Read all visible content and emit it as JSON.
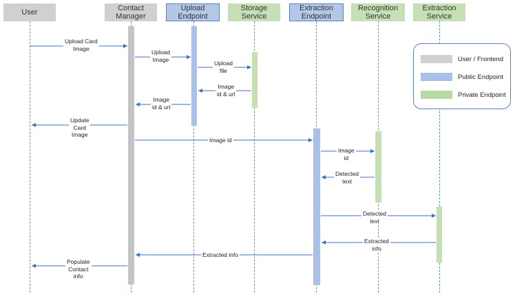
{
  "participants": [
    {
      "name": "User"
    },
    {
      "name": "Contact\nManager"
    },
    {
      "name": "Upload\nEndpoint"
    },
    {
      "name": "Storage\nService"
    },
    {
      "name": "Extraction\nEndpoint"
    },
    {
      "name": "Recognition\nService"
    },
    {
      "name": "Extraction\nService"
    }
  ],
  "messages": [
    {
      "label": "Upload Card\nImage"
    },
    {
      "label": "Upload\nImage"
    },
    {
      "label": "Upload\nfile"
    },
    {
      "label": "Image\nid & url"
    },
    {
      "label": "Image\nid & url"
    },
    {
      "label": "Update\nCard\nImage"
    },
    {
      "label": "Image id"
    },
    {
      "label": "Image\nid"
    },
    {
      "label": "Detected\ntext"
    },
    {
      "label": "Detected\ntext"
    },
    {
      "label": "Extracted\ninfo"
    },
    {
      "label": "Extracted info"
    },
    {
      "label": "Populate\nContact\ninfo"
    }
  ],
  "legend": [
    {
      "label": "User / Frontend",
      "color": "#d0d0d0"
    },
    {
      "label": "Public Endpoint",
      "color": "#a9c1e8"
    },
    {
      "label": "Private Endpoint",
      "color": "#b7d9a3"
    }
  ],
  "colors": {
    "arrow": "#3b6fc4",
    "lifeline": "#5b8fd6"
  }
}
